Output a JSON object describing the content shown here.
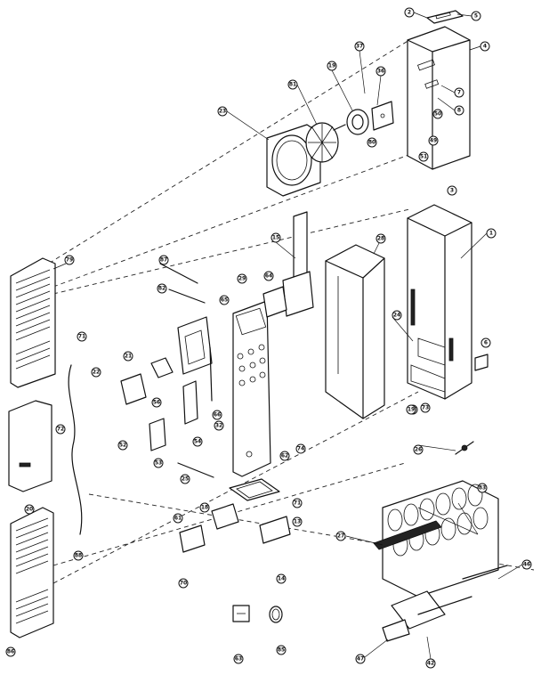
{
  "diagram": {
    "callouts": [
      "2",
      "5",
      "4",
      "7",
      "8",
      "50",
      "49",
      "51",
      "37",
      "36",
      "80",
      "19",
      "81",
      "23",
      "3",
      "1",
      "6",
      "24",
      "28",
      "79",
      "71",
      "72",
      "20",
      "88",
      "86",
      "15",
      "64",
      "65",
      "82",
      "87",
      "29",
      "21",
      "22",
      "56",
      "52",
      "53",
      "54",
      "66",
      "32",
      "25",
      "62",
      "74",
      "73",
      "71",
      "18",
      "13",
      "14",
      "61",
      "70",
      "83",
      "63",
      "85",
      "26",
      "27",
      "68",
      "46",
      "47",
      "42",
      "19"
    ]
  }
}
